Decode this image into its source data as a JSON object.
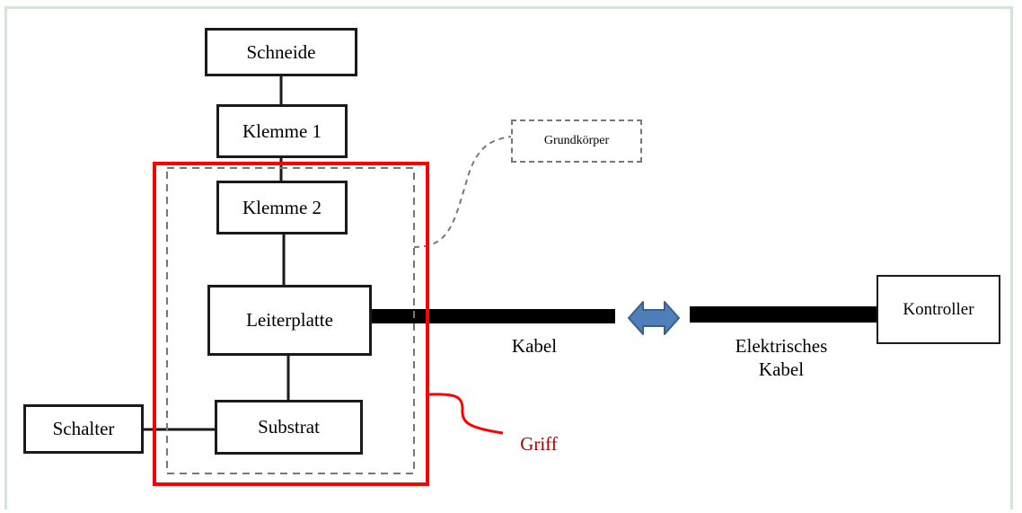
{
  "diagram": {
    "nodes": {
      "schneide": "Schneide",
      "klemme1": "Klemme 1",
      "klemme2": "Klemme 2",
      "leiterplatte": "Leiterplatte",
      "substrat": "Substrat",
      "schalter": "Schalter",
      "kontroller": "Kontroller"
    },
    "labels": {
      "grundkoerper": "Grundkörper",
      "kabel": "Kabel",
      "elektrisches_kabel_line1": "Elektrisches",
      "elektrisches_kabel_line2": "Kabel",
      "griff": "Griff"
    },
    "colors": {
      "griff_outline": "#ff0000",
      "griff_text": "#b00000",
      "connector_arrow": "#4f7fb8",
      "connector_arrow_border": "#3a5f8f",
      "grundkoerper_dash": "#777777",
      "frame": "#cfe8d2"
    }
  }
}
